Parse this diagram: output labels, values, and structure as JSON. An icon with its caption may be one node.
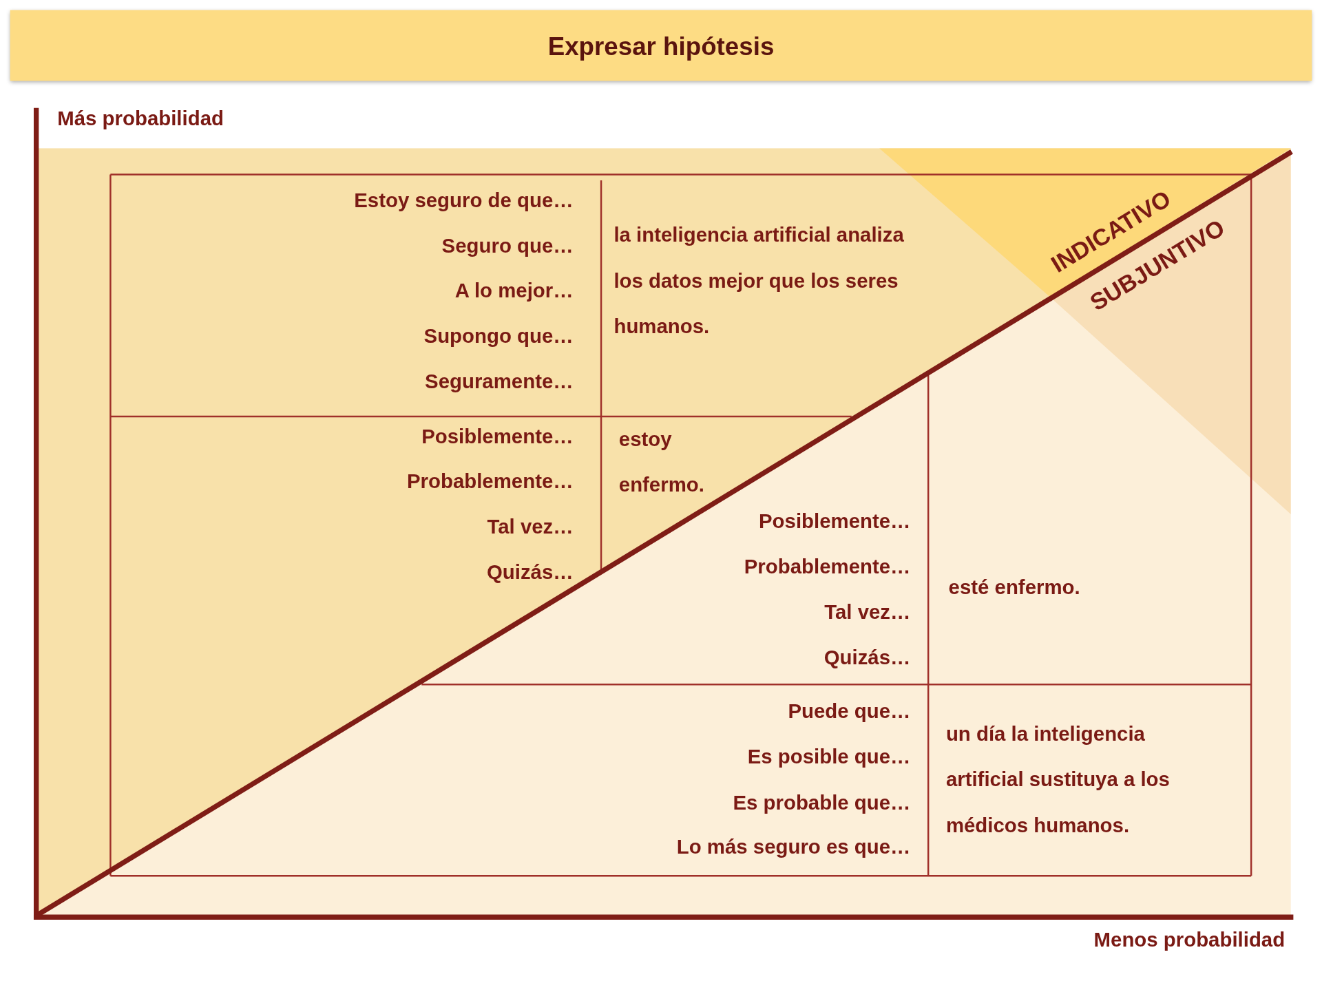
{
  "diagram": {
    "title": "Expresar hipótesis",
    "labels": [
      "Más probabilidad",
      "INDICATIVO",
      "SUBJUNTIVO",
      "Estoy seguro de que…",
      "Seguro que…",
      "A lo mejor…",
      "Supongo que…",
      "Seguramente…",
      "la inteligencia artificial analiza los datos mejor que los seres humanos.",
      "Posiblemente…",
      "Probablemente…",
      "Tal vez…",
      "Quizás…",
      "estoy enfermo.",
      "Posiblemente…",
      "Probablemente…",
      "Tal vez…",
      "Quizás…",
      "esté enfermo.",
      "Puede que…",
      "Es posible que…",
      "Es probable que…",
      "Lo más seguro es que…",
      "un día la inteligencia artificial sustituya a los médicos humanos.",
      "Menos probabilidad"
    ]
  }
}
